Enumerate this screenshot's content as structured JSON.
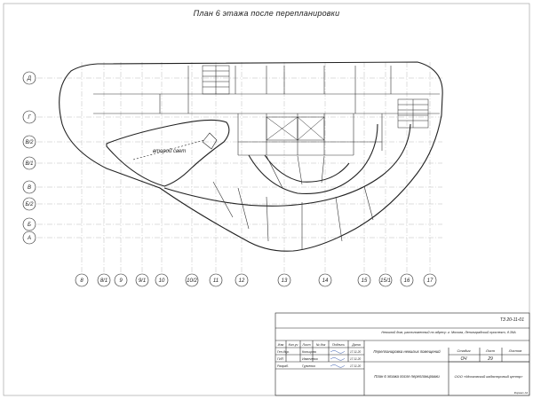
{
  "title": "План 6 этажа после перепланировки",
  "rows": [
    "Д",
    "Г",
    "В/2",
    "В/1",
    "В",
    "Б/2",
    "Б",
    "А"
  ],
  "cols": [
    "8",
    "8/1",
    "9",
    "9/1",
    "10",
    "10/2",
    "11",
    "12",
    "13",
    "14",
    "15",
    "15/1",
    "16",
    "17"
  ],
  "plan_labels": {
    "second_light": "второй свет"
  },
  "stamp": {
    "code": "ТЗ 20-11-01",
    "object": "Нежилой дом, расположенный по адресу: г. Москва, Ленинградский проспект, д.39А",
    "header_cols": [
      "Изм",
      "Кол.уч",
      "Лист",
      "№ док",
      "Подпись",
      "Дата"
    ],
    "rows": [
      {
        "role": "Ген.дир.",
        "name": "Кольцова",
        "date": "17.11.20"
      },
      {
        "role": "ГИП",
        "name": "Иванченко",
        "date": "17.11.20"
      },
      {
        "role": "Разраб.",
        "name": "Гурченко",
        "date": "17.11.20"
      }
    ],
    "section_title": "Перепланировка нежилых помещений",
    "sheet_title": "План 6 этажа после перепланировки",
    "stage_label": "Стадия",
    "sheet_label": "Лист",
    "sheets_label": "Листов",
    "stage": "ОЧ",
    "sheet": "29",
    "org": "ООО «Московский кадастровый центр»"
  },
  "format_note": "Формат А3"
}
